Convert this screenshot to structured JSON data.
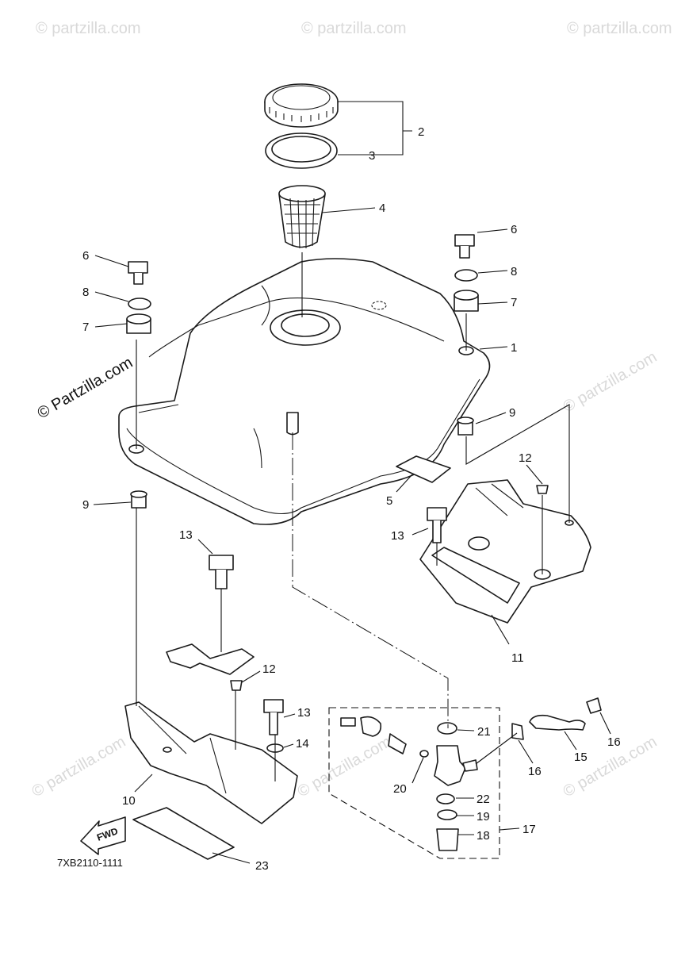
{
  "watermark": {
    "text": "© Partzilla.com",
    "text_short": "© partzilla.com"
  },
  "diagram": {
    "code": "7XB2110-1111",
    "fwd_label": "FWD",
    "callouts": [
      "1",
      "2",
      "3",
      "4",
      "5",
      "6",
      "6",
      "7",
      "7",
      "8",
      "8",
      "9",
      "9",
      "10",
      "11",
      "12",
      "12",
      "13",
      "13",
      "13",
      "14",
      "15",
      "16",
      "16",
      "17",
      "18",
      "19",
      "20",
      "21",
      "22",
      "23"
    ]
  }
}
